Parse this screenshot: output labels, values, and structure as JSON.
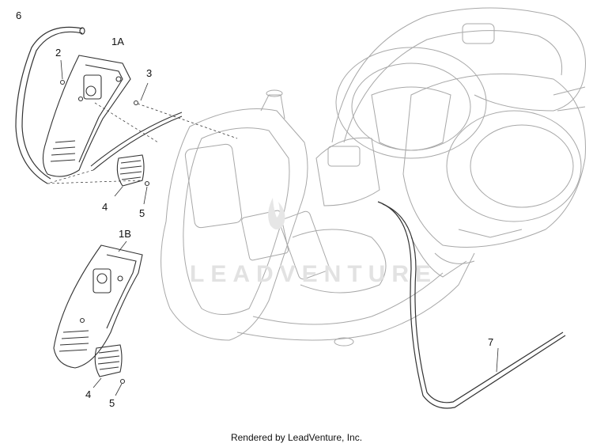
{
  "callouts": {
    "c6": "6",
    "c2": "2",
    "c1a": "1A",
    "c3": "3",
    "c4a": "4",
    "c5a": "5",
    "c1b": "1B",
    "c4b": "4",
    "c5b": "5",
    "c7": "7"
  },
  "watermark": "LEADVENTURE",
  "footer": "Rendered by LeadVenture, Inc.",
  "colors": {
    "scooter_outline": "#a8a8a8",
    "part_outline": "#333333",
    "leader_line": "#444444"
  }
}
